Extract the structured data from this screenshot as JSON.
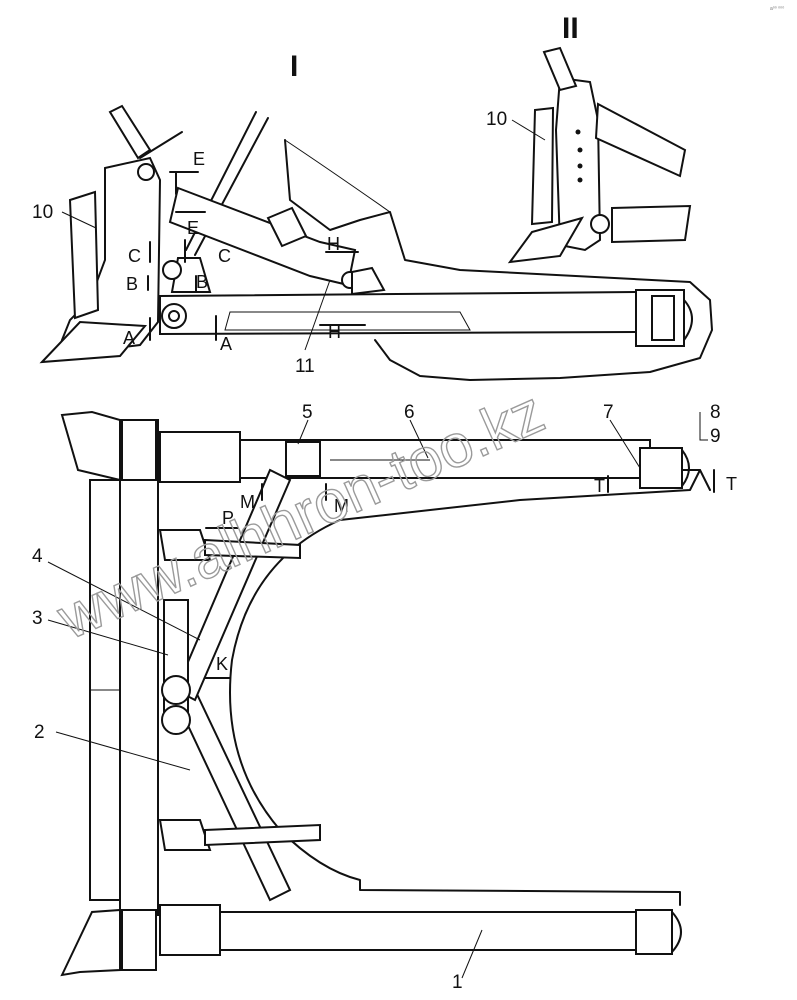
{
  "views": {
    "main": "I",
    "detail": "II"
  },
  "part_numbers": {
    "p1": "1",
    "p2": "2",
    "p3": "3",
    "p4": "4",
    "p5": "5",
    "p6": "6",
    "p7": "7",
    "p8": "8",
    "p9": "9",
    "p10": "10",
    "p10_detail": "10",
    "p11": "11"
  },
  "section_marks": {
    "A": "A",
    "B": "B",
    "C": "C",
    "E": "E",
    "H": "H",
    "M": "M",
    "P": "P",
    "K": "K",
    "T": "T"
  },
  "watermark": "www.alhhron-too.kz",
  "corner_mark": "a⁰⁰ ⁰⁰⁰"
}
